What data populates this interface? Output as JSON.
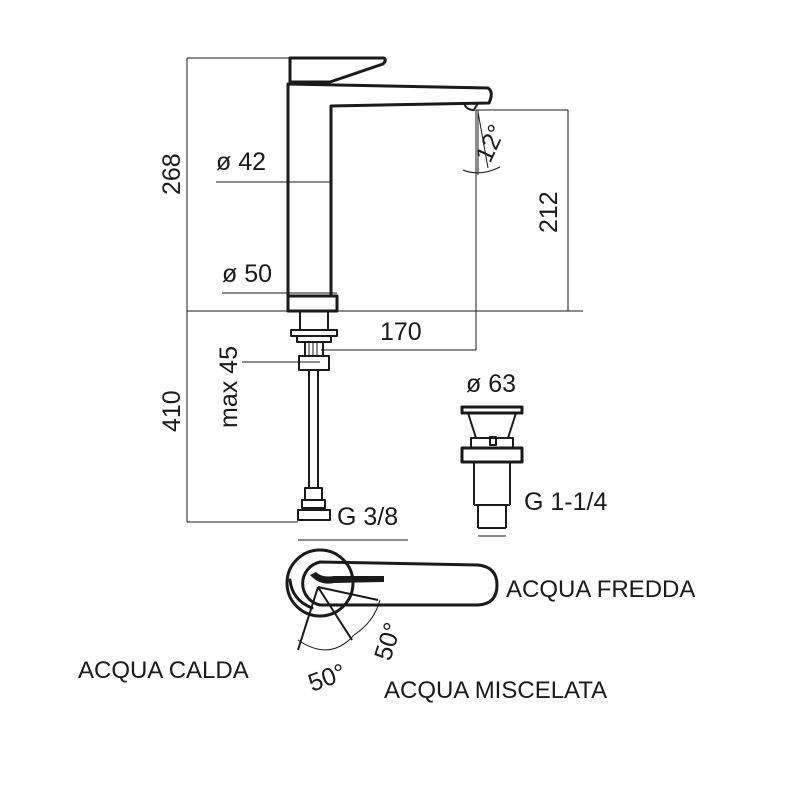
{
  "dimensions": {
    "total_height": "268",
    "spout_height": "212",
    "body_diameter": "ø 42",
    "base_diameter": "ø 50",
    "reach": "170",
    "tilt_angle": "12°",
    "max_thickness": "max 45",
    "below_height": "410",
    "hose_thread": "G 3/8",
    "drain_diameter": "ø 63",
    "drain_thread": "G 1-1/4",
    "angle_left": "50°",
    "angle_right": "50°"
  },
  "labels": {
    "cold": "ACQUA FREDDA",
    "hot": "ACQUA CALDA",
    "mixed": "ACQUA MISCELATA"
  }
}
